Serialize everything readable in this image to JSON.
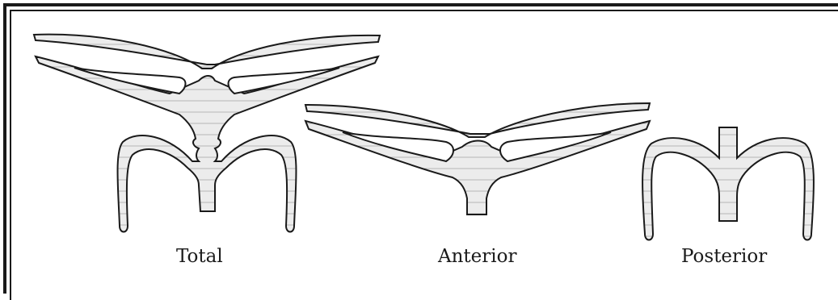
{
  "labels": {
    "total": "Total",
    "anterior": "Anterior",
    "posterior": "Posterior"
  },
  "colors": {
    "ink": "#1a1a1a",
    "fill": "#ececec"
  }
}
